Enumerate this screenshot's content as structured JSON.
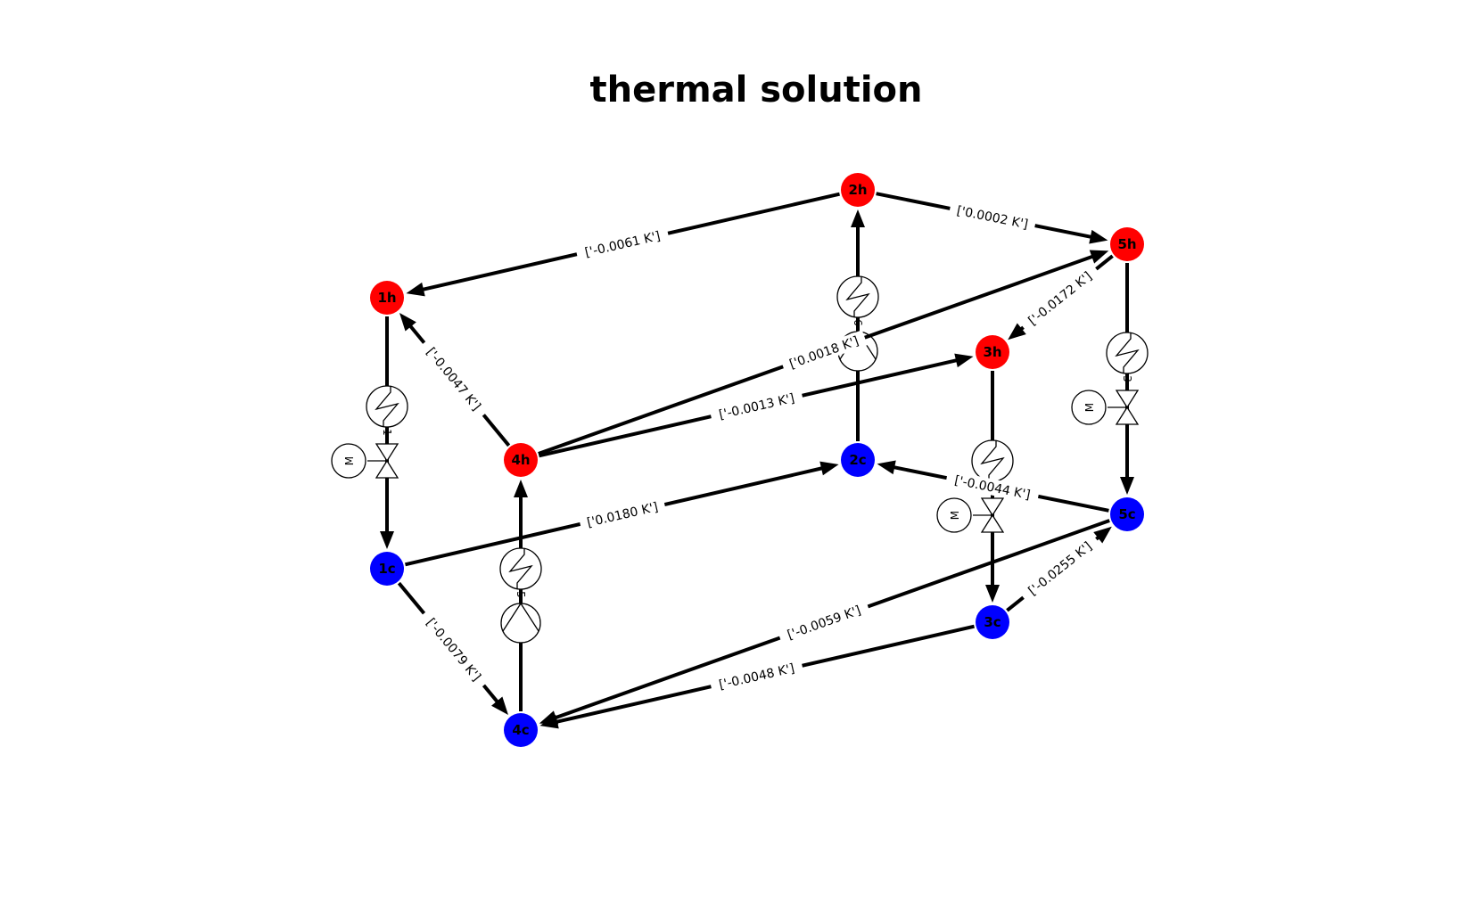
{
  "title": "thermal solution",
  "colors": {
    "hot": "#ff0000",
    "cold": "#0000ff"
  },
  "nodes": [
    {
      "id": "1h",
      "label": "1h",
      "kind": "hot"
    },
    {
      "id": "2h",
      "label": "2h",
      "kind": "hot"
    },
    {
      "id": "3h",
      "label": "3h",
      "kind": "hot"
    },
    {
      "id": "4h",
      "label": "4h",
      "kind": "hot"
    },
    {
      "id": "5h",
      "label": "5h",
      "kind": "hot"
    },
    {
      "id": "1c",
      "label": "1c",
      "kind": "cold"
    },
    {
      "id": "2c",
      "label": "2c",
      "kind": "cold"
    },
    {
      "id": "3c",
      "label": "3c",
      "kind": "cold"
    },
    {
      "id": "4c",
      "label": "4c",
      "kind": "cold"
    },
    {
      "id": "5c",
      "label": "5c",
      "kind": "cold"
    }
  ],
  "edges": [
    {
      "from": "2h",
      "to": "1h",
      "label": "['-0.0061 K']"
    },
    {
      "from": "2h",
      "to": "5h",
      "label": "['0.0002 K']"
    },
    {
      "from": "5h",
      "to": "3h",
      "label": "['-0.0172 K']"
    },
    {
      "from": "4h",
      "to": "1h",
      "label": "['-0.0047 K']"
    },
    {
      "from": "4h",
      "to": "5h",
      "label": "['0.0018 K']"
    },
    {
      "from": "4h",
      "to": "3h",
      "label": "['-0.0013 K']"
    },
    {
      "from": "1c",
      "to": "2c",
      "label": "['0.0180 K']"
    },
    {
      "from": "5c",
      "to": "2c",
      "label": "['-0.0044 K']"
    },
    {
      "from": "3c",
      "to": "5c",
      "label": "['-0.0255 K']"
    },
    {
      "from": "1c",
      "to": "4c",
      "label": "['-0.0079 K']"
    },
    {
      "from": "5c",
      "to": "4c",
      "label": "['-0.0059 K']"
    },
    {
      "from": "3c",
      "to": "4c",
      "label": "['-0.0048 K']"
    },
    {
      "from": "1h",
      "to": "1c",
      "label": ""
    },
    {
      "from": "2c",
      "to": "2h",
      "label": ""
    },
    {
      "from": "3h",
      "to": "3c",
      "label": ""
    },
    {
      "from": "4c",
      "to": "4h",
      "label": ""
    },
    {
      "from": "5h",
      "to": "5c",
      "label": ""
    }
  ],
  "symbols": {
    "heat_exchangers": [
      {
        "node": "1h",
        "label": "1"
      },
      {
        "node": "2c",
        "label": "6"
      },
      {
        "node": "3h",
        "label": "2"
      },
      {
        "node": "4c",
        "label": "5"
      },
      {
        "node": "5h",
        "label": "3"
      }
    ],
    "pumps": [
      {
        "node": "2c"
      },
      {
        "node": "4c"
      }
    ],
    "valves": [
      {
        "node": "1h",
        "motor_label": "M"
      },
      {
        "node": "3h",
        "motor_label": "M"
      },
      {
        "node": "5h",
        "motor_label": "M"
      }
    ]
  }
}
